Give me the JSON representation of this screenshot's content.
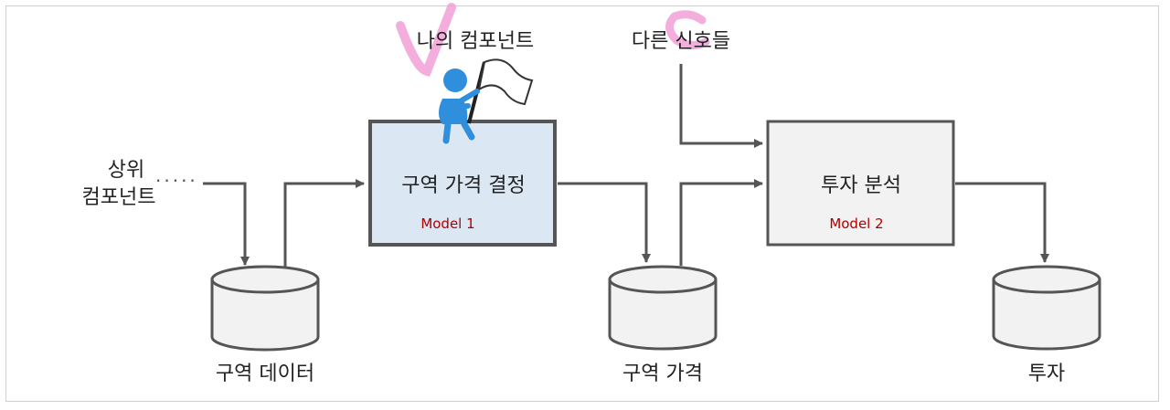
{
  "labels": {
    "my_component": "나의 컴포넌트",
    "other_signals": "다른 신호들",
    "upstream_line1": "상위",
    "upstream_line2": "컴포넌트",
    "district_data": "구역 데이터",
    "district_pricing": "구역 가격 결정",
    "district_price": "구역 가격",
    "investment_analysis": "투자 분석",
    "investment": "투자"
  },
  "models": {
    "model1": "Model 1",
    "model2": "Model 2"
  },
  "icons": {
    "figure": "person-holding-flag-icon",
    "check_mark": "pink-check-mark",
    "circle_mark": "pink-circle-mark"
  },
  "colors": {
    "model1_fill": "#dbe8f3",
    "model2_fill": "#f2f2f2",
    "box_border": "#555555",
    "arrow": "#555555",
    "model_label": "#b00000",
    "annotation": "#f2a0d8",
    "figure": "#2f8fdc"
  }
}
